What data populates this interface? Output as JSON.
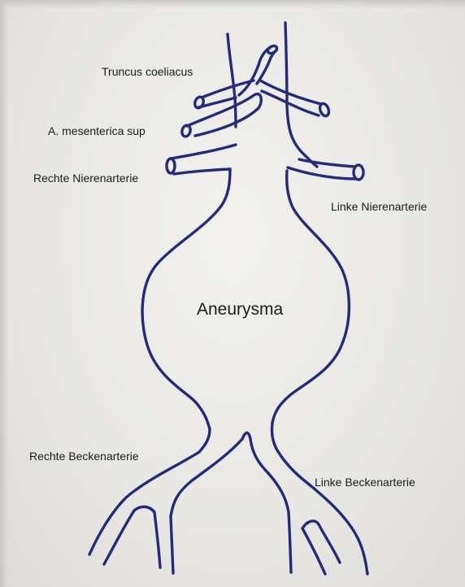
{
  "labels": {
    "truncus_coeliacus": "Truncus coeliacus",
    "a_mesenterica_sup": "A. mesenterica sup",
    "rechte_nierenarterie": "Rechte Nierenarterie",
    "linke_nierenarterie": "Linke Nierenarterie",
    "aneurysma": "Aneurysma",
    "rechte_beckenarterie": "Rechte Beckenarterie",
    "linke_beckenarterie": "Linke Beckenarterie"
  },
  "colors": {
    "ink": "#232b7a",
    "paper": "#efeeeb"
  }
}
